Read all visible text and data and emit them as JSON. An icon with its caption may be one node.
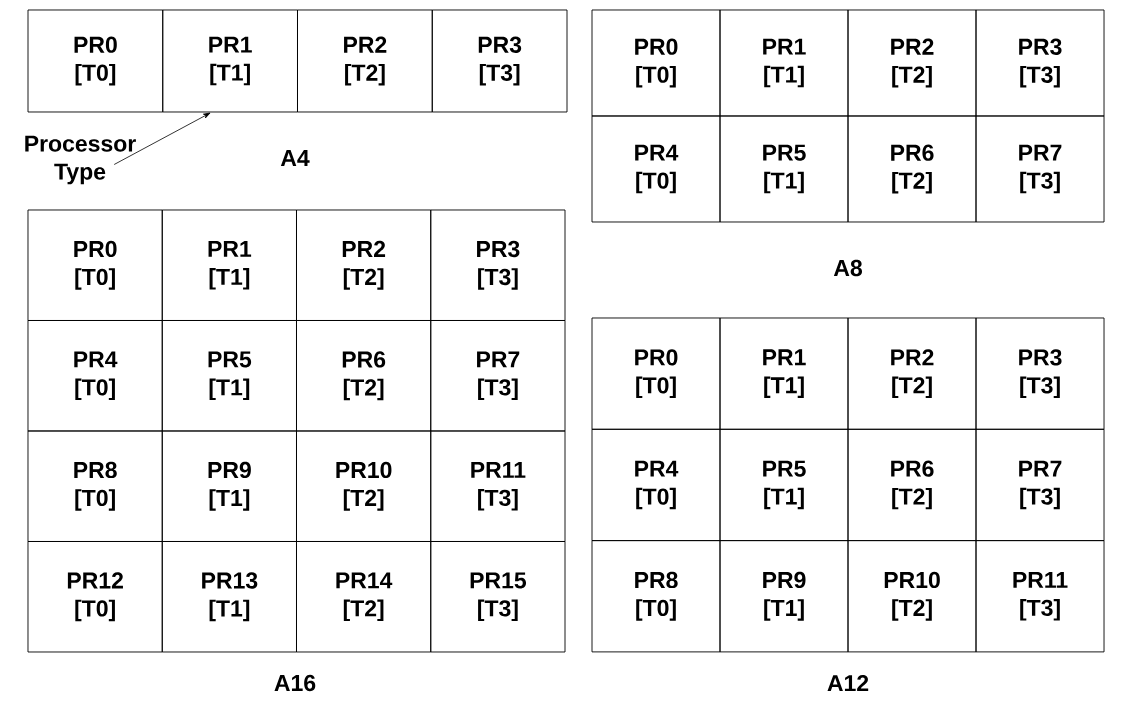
{
  "diagram": {
    "nodes": [
      {
        "text": [
          "PR0",
          "[T0]"
        ]
      },
      {
        "text": [
          "PR1",
          "[T1]"
        ]
      },
      {
        "text": [
          "PR2",
          "[T2]"
        ]
      },
      {
        "text": [
          "PR3",
          "[T3]"
        ]
      },
      {
        "text": [
          "PR0",
          "[T0]"
        ]
      },
      {
        "text": [
          "PR1",
          "[T1]"
        ]
      },
      {
        "text": [
          "PR2",
          "[T2]"
        ]
      },
      {
        "text": [
          "PR3",
          "[T3]"
        ]
      },
      {
        "text": [
          "PR4",
          "[T0]"
        ]
      },
      {
        "text": [
          "PR5",
          "[T1]"
        ]
      },
      {
        "text": [
          "PR6",
          "[T2]"
        ]
      },
      {
        "text": [
          "PR7",
          "[T3]"
        ]
      },
      {
        "text": [
          "Processor Type"
        ]
      },
      {
        "text": [
          "PR0",
          "[T0]"
        ]
      },
      {
        "text": [
          "PR1",
          "[T1]"
        ]
      },
      {
        "text": [
          "PR2",
          "[T2]"
        ]
      },
      {
        "text": [
          "PR3",
          "[T3]"
        ]
      },
      {
        "text": [
          "PR4",
          "[T0]"
        ]
      },
      {
        "text": [
          "PR5",
          "[T1]"
        ]
      },
      {
        "text": [
          "PR6",
          "[T2]"
        ]
      },
      {
        "text": [
          "PR7",
          "[T3]"
        ]
      },
      {
        "text": [
          "PR8",
          "[T0]"
        ]
      },
      {
        "text": [
          "PR9",
          "[T1]"
        ]
      },
      {
        "text": [
          "PR10",
          "[T2]"
        ]
      },
      {
        "text": [
          "PR11",
          "[T3]"
        ]
      },
      {
        "text": [
          "PR12",
          "[T0]"
        ]
      },
      {
        "text": [
          "PR13",
          "[T1]"
        ]
      },
      {
        "text": [
          "PR14",
          "[T2]"
        ]
      },
      {
        "text": [
          "PR15",
          "[T3]"
        ]
      },
      {
        "text": [
          "PR0",
          "[T0]"
        ]
      },
      {
        "text": [
          "PR1",
          "[T1]"
        ]
      },
      {
        "text": [
          "PR2",
          "[T2]"
        ]
      },
      {
        "text": [
          "PR3",
          "[T3]"
        ]
      },
      {
        "text": [
          "PR4",
          "[T0]"
        ]
      },
      {
        "text": [
          "PR5",
          "[T1]"
        ]
      },
      {
        "text": [
          "PR6",
          "[T2]"
        ]
      },
      {
        "text": [
          "PR7",
          "[T3]"
        ]
      },
      {
        "text": [
          "PR8",
          "[T0]"
        ]
      },
      {
        "text": [
          "PR9",
          "[T1]"
        ]
      },
      {
        "text": [
          "PR10",
          "[T2]"
        ]
      },
      {
        "text": [
          "PR11",
          "[T3]"
        ]
      }
    ],
    "edges": [
      {
        "from": 12,
        "to": 1,
        "arrow": "to"
      }
    ],
    "labels": [
      "A4",
      "A8",
      "A16",
      "A12"
    ]
  }
}
